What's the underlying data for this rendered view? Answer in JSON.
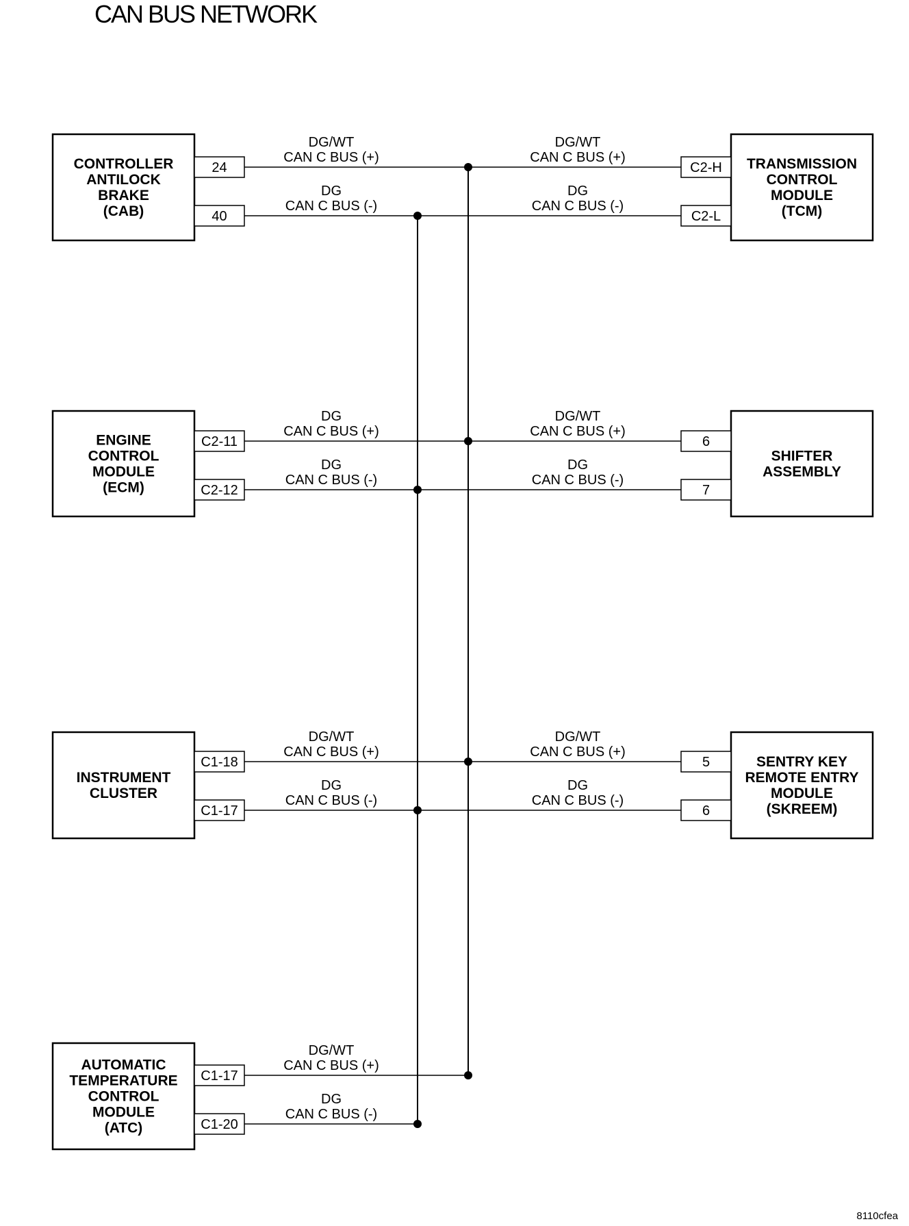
{
  "title": "CAN BUS NETWORK",
  "figure_id": "8110cfea",
  "modules": [
    {
      "id": "cab",
      "side": "left",
      "lines": [
        "CONTROLLER",
        "ANTILOCK",
        "BRAKE",
        "(CAB)"
      ],
      "wires": [
        {
          "pin": "24",
          "color": "DG/WT",
          "signal": "CAN C BUS (+)",
          "bus": "plus"
        },
        {
          "pin": "40",
          "color": "DG",
          "signal": "CAN C BUS (-)",
          "bus": "minus"
        }
      ]
    },
    {
      "id": "tcm",
      "side": "right",
      "lines": [
        "TRANSMISSION",
        "CONTROL",
        "MODULE",
        "(TCM)"
      ],
      "wires": [
        {
          "pin": "C2-H",
          "color": "DG/WT",
          "signal": "CAN C BUS (+)",
          "bus": "plus"
        },
        {
          "pin": "C2-L",
          "color": "DG",
          "signal": "CAN C BUS (-)",
          "bus": "minus"
        }
      ]
    },
    {
      "id": "ecm",
      "side": "left",
      "lines": [
        "ENGINE",
        "CONTROL",
        "MODULE",
        "(ECM)"
      ],
      "wires": [
        {
          "pin": "C2-11",
          "color": "DG",
          "signal": "CAN C BUS (+)",
          "bus": "plus"
        },
        {
          "pin": "C2-12",
          "color": "DG",
          "signal": "CAN C BUS (-)",
          "bus": "minus"
        }
      ]
    },
    {
      "id": "shifter",
      "side": "right",
      "lines": [
        "SHIFTER",
        "ASSEMBLY"
      ],
      "wires": [
        {
          "pin": "6",
          "color": "DG/WT",
          "signal": "CAN C BUS (+)",
          "bus": "plus"
        },
        {
          "pin": "7",
          "color": "DG",
          "signal": "CAN C BUS (-)",
          "bus": "minus"
        }
      ]
    },
    {
      "id": "cluster",
      "side": "left",
      "lines": [
        "INSTRUMENT",
        "CLUSTER"
      ],
      "wires": [
        {
          "pin": "C1-18",
          "color": "DG/WT",
          "signal": "CAN C BUS (+)",
          "bus": "plus"
        },
        {
          "pin": "C1-17",
          "color": "DG",
          "signal": "CAN C BUS (-)",
          "bus": "minus"
        }
      ]
    },
    {
      "id": "skreem",
      "side": "right",
      "lines": [
        "SENTRY KEY",
        "REMOTE ENTRY",
        "MODULE",
        "(SKREEM)"
      ],
      "wires": [
        {
          "pin": "5",
          "color": "DG/WT",
          "signal": "CAN C BUS (+)",
          "bus": "plus"
        },
        {
          "pin": "6",
          "color": "DG",
          "signal": "CAN C BUS (-)",
          "bus": "minus"
        }
      ]
    },
    {
      "id": "atc",
      "side": "left",
      "lines": [
        "AUTOMATIC",
        "TEMPERATURE",
        "CONTROL",
        "MODULE",
        "(ATC)"
      ],
      "wires": [
        {
          "pin": "C1-17",
          "color": "DG/WT",
          "signal": "CAN C BUS (+)",
          "bus": "plus"
        },
        {
          "pin": "C1-20",
          "color": "DG",
          "signal": "CAN C BUS (-)",
          "bus": "minus"
        }
      ]
    }
  ]
}
